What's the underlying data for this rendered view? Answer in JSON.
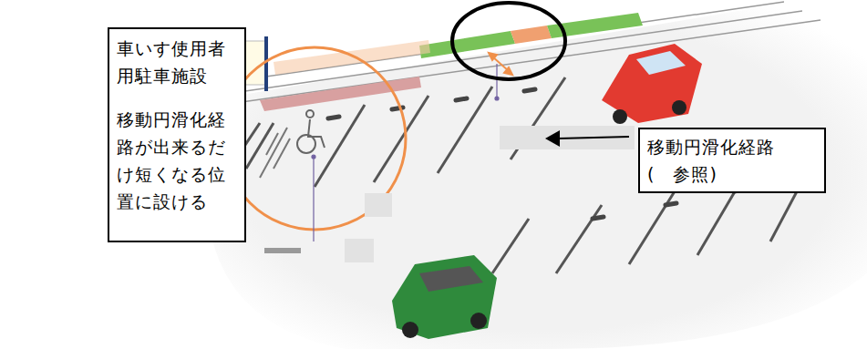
{
  "diagram": {
    "nodes": [
      {
        "text": [
          "車いす使用者用駐車施設",
          "移動円滑化経路が出来るだけ短くなる位置に設ける"
        ]
      },
      {
        "text": [
          "移動円滑化経路",
          "(　参照)"
        ]
      }
    ]
  }
}
